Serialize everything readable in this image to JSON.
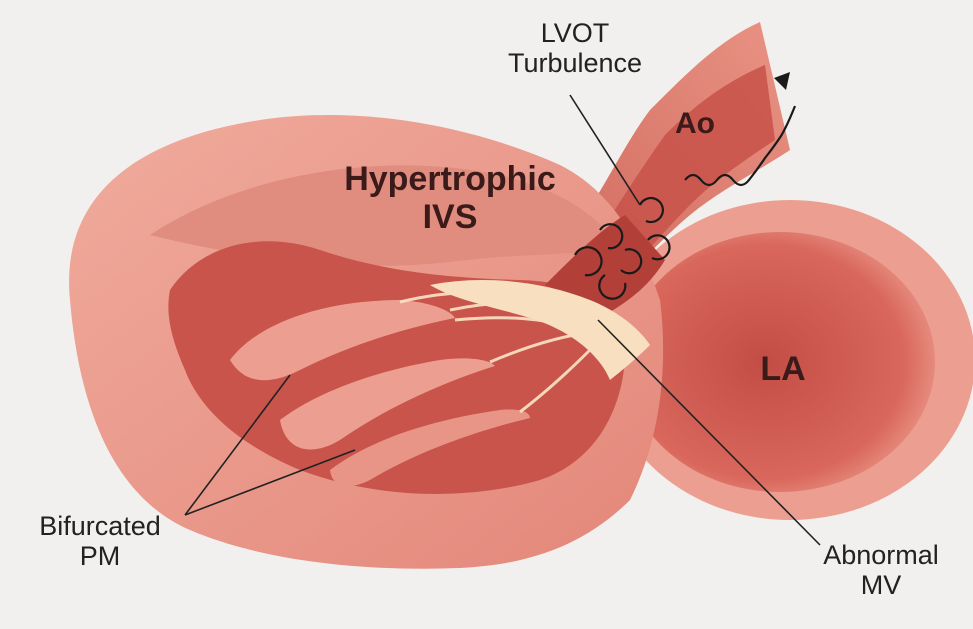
{
  "labels": {
    "lvot": {
      "line1": "LVOT",
      "line2": "Turbulence"
    },
    "ivs": {
      "line1": "Hypertrophic",
      "line2": "IVS"
    },
    "ao": "Ao",
    "la": "LA",
    "pm": {
      "line1": "Bifurcated",
      "line2": "PM"
    },
    "mv": {
      "line1": "Abnormal",
      "line2": "MV"
    }
  },
  "colors": {
    "background": "#f1f0ee",
    "myocardium": "#e89a8a",
    "myocardium_light": "#f2b3a5",
    "cavity": "#c9544b",
    "cavity_deep": "#b23f38",
    "valve": "#f7dfc0",
    "label_dark": "#3b1a1a",
    "leader_line": "#222222"
  }
}
